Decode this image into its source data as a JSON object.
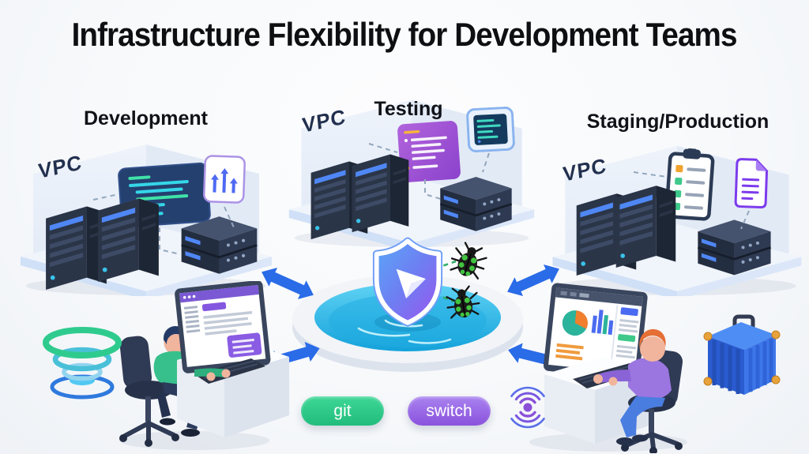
{
  "title": "Infrastructure Flexibility for Development Teams",
  "environments": [
    {
      "id": "development",
      "label": "Development",
      "vpc_label": "VPC"
    },
    {
      "id": "testing",
      "label": "Testing",
      "vpc_label": "VPC"
    },
    {
      "id": "staging_production",
      "label": "Staging/Production",
      "vpc_label": "VPC"
    }
  ],
  "badges": {
    "git_label": "git",
    "switch_label": "switch"
  },
  "icons": {
    "shield": "security-shield-with-cursor",
    "bug": "green-beetle",
    "pool": "shared-resource-pool",
    "arrow": "double-headed-sync-arrow",
    "vortex": "funnel-rings",
    "ripple": "signal-ripple",
    "container": "shipping-container",
    "server_tower": "server-tower",
    "server_rack": "rack-server",
    "code_panel": "code-snippet-panel",
    "terminal": "terminal-screen",
    "bar_chart": "bar-chart-card",
    "checklist": "clipboard-checklist",
    "document": "document-file"
  },
  "colors": {
    "accent_blue": "#2a6be8",
    "water_cyan": "#1fabe2",
    "git_green": "#2ec98a",
    "switch_purple": "#8a52dd",
    "shield_gradient_from": "#5aa7f7",
    "shield_gradient_to": "#9b55ee",
    "server_navy": "#2b3548"
  }
}
